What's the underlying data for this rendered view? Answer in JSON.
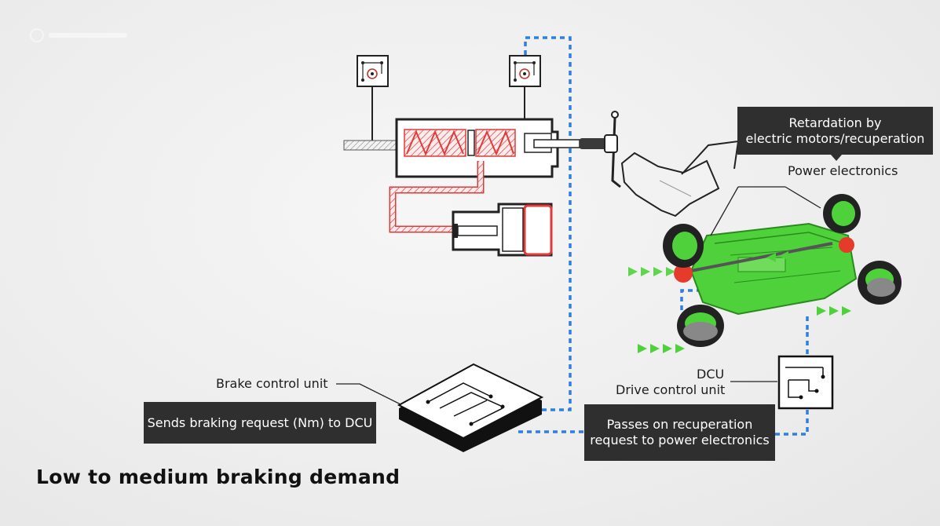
{
  "labels": {
    "retardation_line1": "Retardation by",
    "retardation_line2": "electric motors/recuperation",
    "power_electronics": "Power electronics",
    "brake_control_unit": "Brake control unit",
    "sends_request": "Sends braking request (Nm) to DCU",
    "dcu": "DCU",
    "drive_control_unit": "Drive control unit",
    "passes_line1": "Passes on recuperation",
    "passes_line2": "request to power electronics",
    "title": "Low to medium braking demand"
  },
  "colors": {
    "signal_line": "#2f7fe0",
    "hydraulic_red": "#e23a3a",
    "motor_green": "#4ed13a",
    "label_bg": "#2f2f2f"
  }
}
